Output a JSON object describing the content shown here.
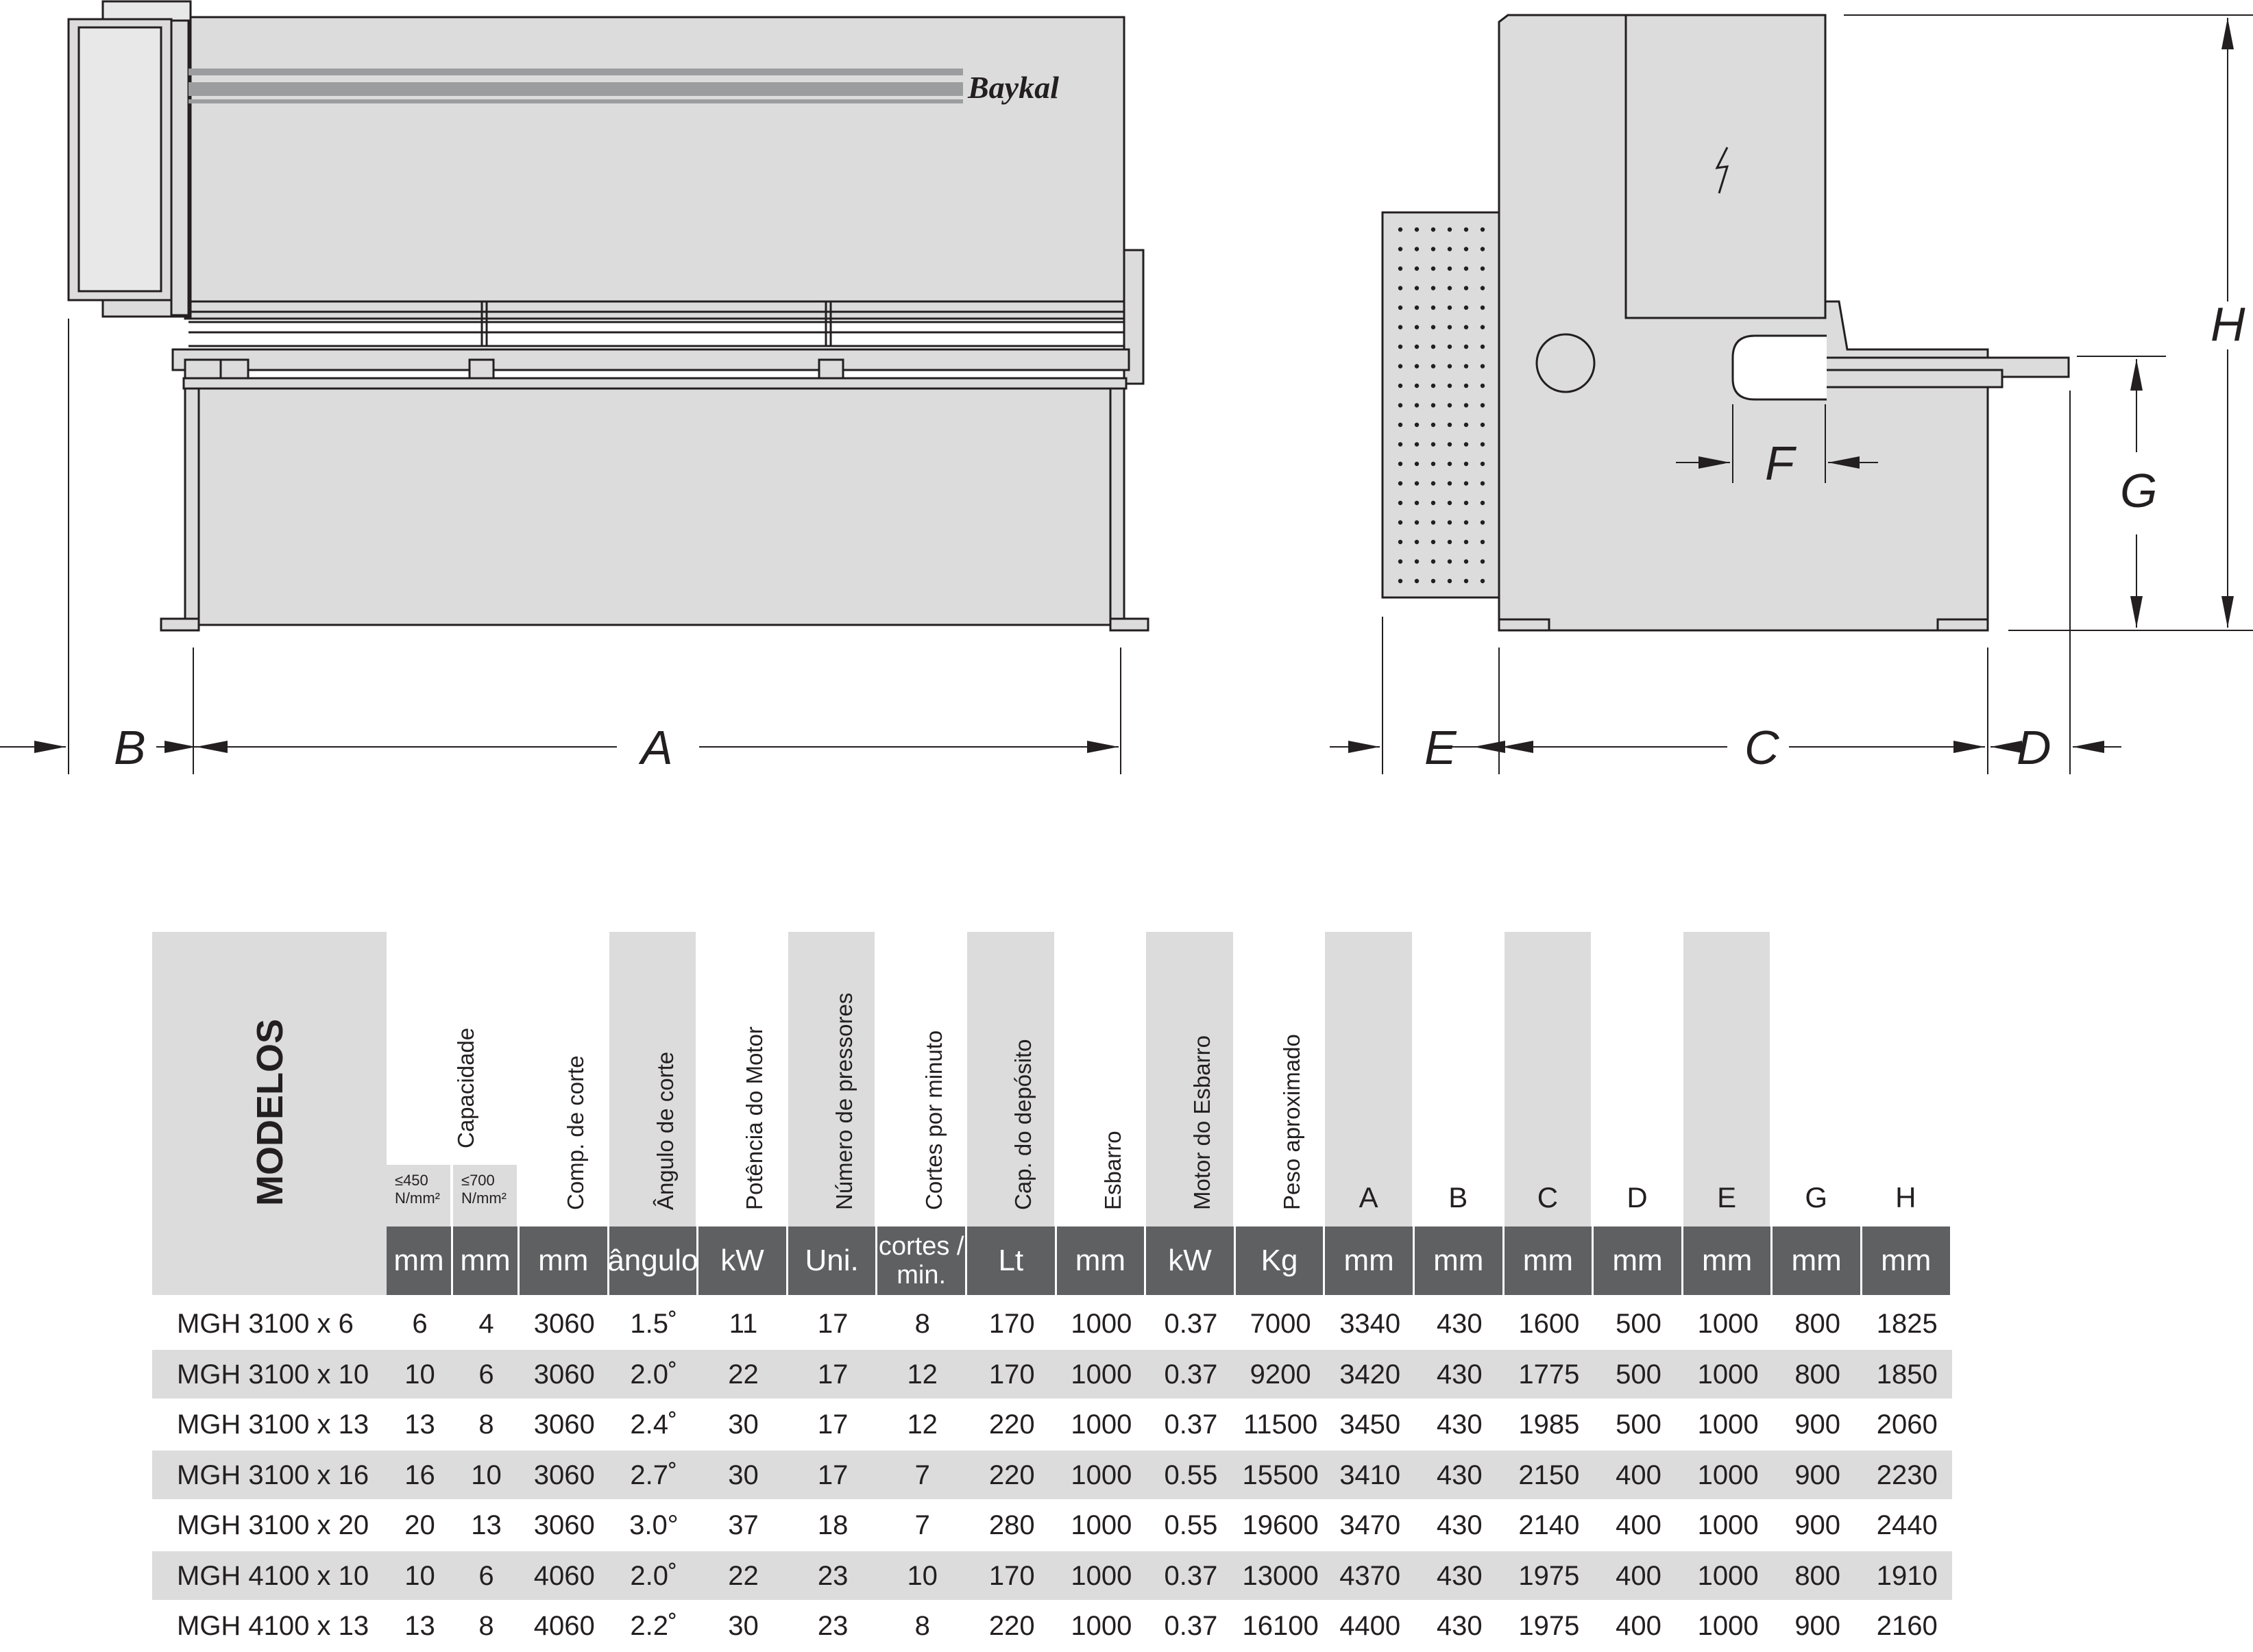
{
  "drawing": {
    "logo_text": "Baykal",
    "dimension_labels": {
      "A": "A",
      "B": "B",
      "C": "C",
      "D": "D",
      "E": "E",
      "F": "F",
      "G": "G",
      "H": "H"
    },
    "icons": [
      "lightning-icon"
    ],
    "colors": {
      "machine_fill": "#dcdcdd",
      "line": "#231f20",
      "table_shade": "#dcdcdd",
      "unit_bar": "#5f6062"
    }
  },
  "table": {
    "models_header": "MODELOS",
    "columns": [
      {
        "label": "Capacidade",
        "unit": "mm",
        "sub": "≤450 N/mm²"
      },
      {
        "label": "",
        "unit": "mm",
        "sub": "≤700 N/mm²"
      },
      {
        "label": "Comp. de corte",
        "unit": "mm"
      },
      {
        "label": "Ângulo de corte",
        "unit": "ângulo"
      },
      {
        "label": "Potência do Motor",
        "unit": "kW"
      },
      {
        "label": "Número de pressores",
        "unit": "Uni."
      },
      {
        "label": "Cortes por minuto",
        "unit": "cortes / min."
      },
      {
        "label": "Cap. do depósito",
        "unit": "Lt"
      },
      {
        "label": "Esbarro",
        "unit": "mm"
      },
      {
        "label": "Motor do Esbarro",
        "unit": "kW"
      },
      {
        "label": "Peso aproximado",
        "unit": "Kg"
      },
      {
        "label": "A",
        "unit": "mm"
      },
      {
        "label": "B",
        "unit": "mm"
      },
      {
        "label": "C",
        "unit": "mm"
      },
      {
        "label": "D",
        "unit": "mm"
      },
      {
        "label": "E",
        "unit": "mm"
      },
      {
        "label": "G",
        "unit": "mm"
      },
      {
        "label": "H",
        "unit": "mm"
      }
    ],
    "rows": [
      {
        "model": "MGH 3100 x 6",
        "values": [
          "6",
          "4",
          "3060",
          "1.5˚",
          "11",
          "17",
          "8",
          "170",
          "1000",
          "0.37",
          "7000",
          "3340",
          "430",
          "1600",
          "500",
          "1000",
          "800",
          "1825"
        ]
      },
      {
        "model": "MGH 3100 x 10",
        "values": [
          "10",
          "6",
          "3060",
          "2.0˚",
          "22",
          "17",
          "12",
          "170",
          "1000",
          "0.37",
          "9200",
          "3420",
          "430",
          "1775",
          "500",
          "1000",
          "800",
          "1850"
        ]
      },
      {
        "model": "MGH 3100 x 13",
        "values": [
          "13",
          "8",
          "3060",
          "2.4˚",
          "30",
          "17",
          "12",
          "220",
          "1000",
          "0.37",
          "11500",
          "3450",
          "430",
          "1985",
          "500",
          "1000",
          "900",
          "2060"
        ]
      },
      {
        "model": "MGH 3100 x 16",
        "values": [
          "16",
          "10",
          "3060",
          "2.7˚",
          "30",
          "17",
          "7",
          "220",
          "1000",
          "0.55",
          "15500",
          "3410",
          "430",
          "2150",
          "400",
          "1000",
          "900",
          "2230"
        ]
      },
      {
        "model": "MGH 3100 x 20",
        "values": [
          "20",
          "13",
          "3060",
          "3.0°",
          "37",
          "18",
          "7",
          "280",
          "1000",
          "0.55",
          "19600",
          "3470",
          "430",
          "2140",
          "400",
          "1000",
          "900",
          "2440"
        ]
      },
      {
        "model": "MGH 4100 x 10",
        "values": [
          "10",
          "6",
          "4060",
          "2.0˚",
          "22",
          "23",
          "10",
          "170",
          "1000",
          "0.37",
          "13000",
          "4370",
          "430",
          "1975",
          "400",
          "1000",
          "800",
          "1910"
        ]
      },
      {
        "model": "MGH 4100 x 13",
        "values": [
          "13",
          "8",
          "4060",
          "2.2˚",
          "30",
          "23",
          "8",
          "220",
          "1000",
          "0.37",
          "16100",
          "4400",
          "430",
          "1975",
          "400",
          "1000",
          "900",
          "2160"
        ]
      }
    ]
  }
}
